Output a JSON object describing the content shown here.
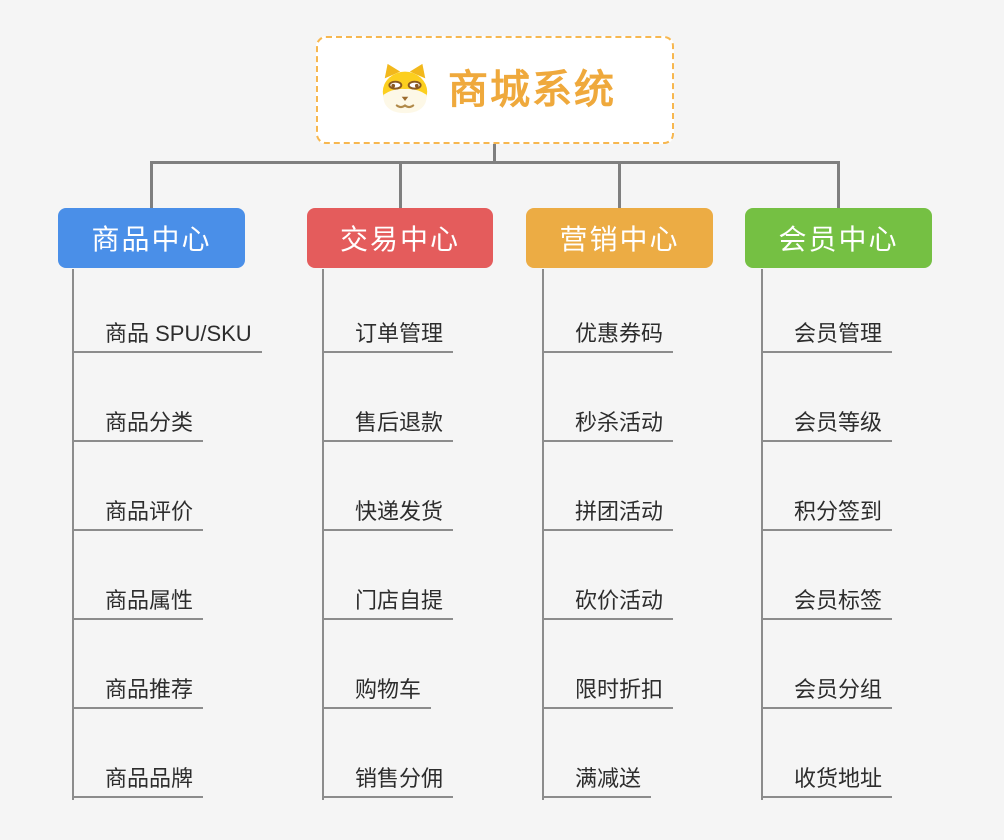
{
  "root": {
    "title": "商城系统",
    "icon": "doge-icon"
  },
  "colors": {
    "root_accent": "#efa93c",
    "root_border": "#f7b74f",
    "connector_line": "#7f7f7f",
    "leaf_text": "#2d2d2d",
    "product_center": "#4a8fe8",
    "trade_center": "#e45c5c",
    "marketing_center": "#ecac44",
    "member_center": "#75c043"
  },
  "branches": [
    {
      "id": "product-center",
      "label": "商品中心",
      "color": "#4a8fe8",
      "items": [
        "商品 SPU/SKU",
        "商品分类",
        "商品评价",
        "商品属性",
        "商品推荐",
        "商品品牌"
      ]
    },
    {
      "id": "trade-center",
      "label": "交易中心",
      "color": "#e45c5c",
      "items": [
        "订单管理",
        "售后退款",
        "快递发货",
        "门店自提",
        "购物车",
        "销售分佣"
      ]
    },
    {
      "id": "marketing-center",
      "label": "营销中心",
      "color": "#ecac44",
      "items": [
        "优惠券码",
        "秒杀活动",
        "拼团活动",
        "砍价活动",
        "限时折扣",
        "满减送"
      ]
    },
    {
      "id": "member-center",
      "label": "会员中心",
      "color": "#75c043",
      "items": [
        "会员管理",
        "会员等级",
        "积分签到",
        "会员标签",
        "会员分组",
        "收货地址"
      ]
    }
  ]
}
